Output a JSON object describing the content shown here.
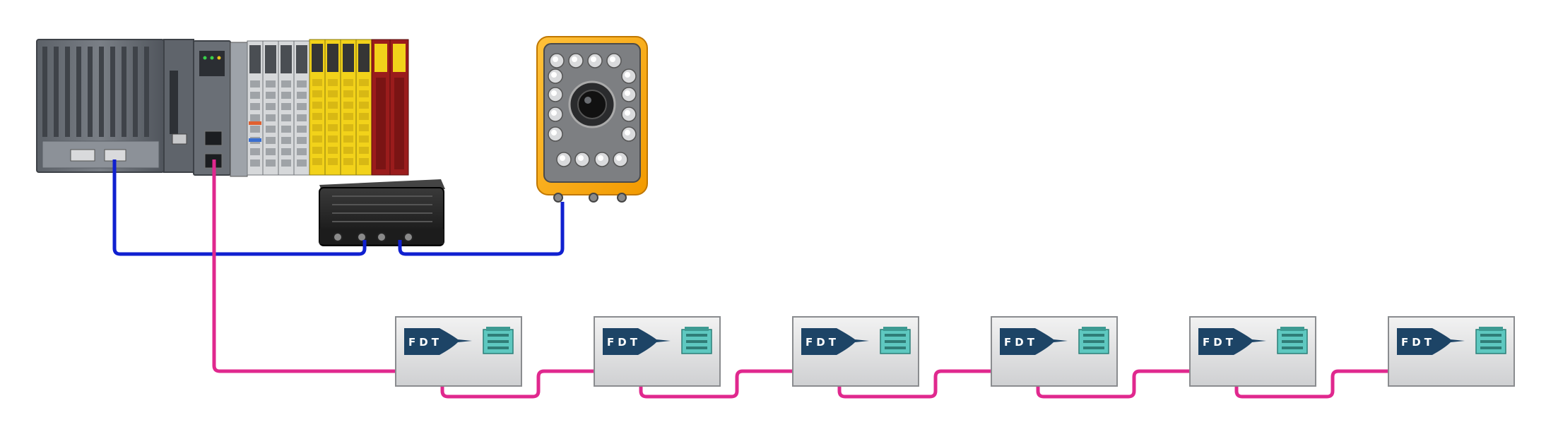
{
  "diagram": {
    "controller": {
      "icon": "plc-rack-icon"
    },
    "switch": {
      "icon": "network-switch-icon"
    },
    "camera": {
      "icon": "smart-camera-icon"
    },
    "fdt_devices": [
      {
        "label": "FDT",
        "icon": "fdt-device-icon"
      },
      {
        "label": "FDT",
        "icon": "fdt-device-icon"
      },
      {
        "label": "FDT",
        "icon": "fdt-device-icon"
      },
      {
        "label": "FDT",
        "icon": "fdt-device-icon"
      },
      {
        "label": "FDT",
        "icon": "fdt-device-icon"
      },
      {
        "label": "FDT",
        "icon": "fdt-device-icon"
      }
    ],
    "links": {
      "ethernet": {
        "color": "#1020d0"
      },
      "fieldbus": {
        "color": "#e0288e"
      }
    }
  }
}
